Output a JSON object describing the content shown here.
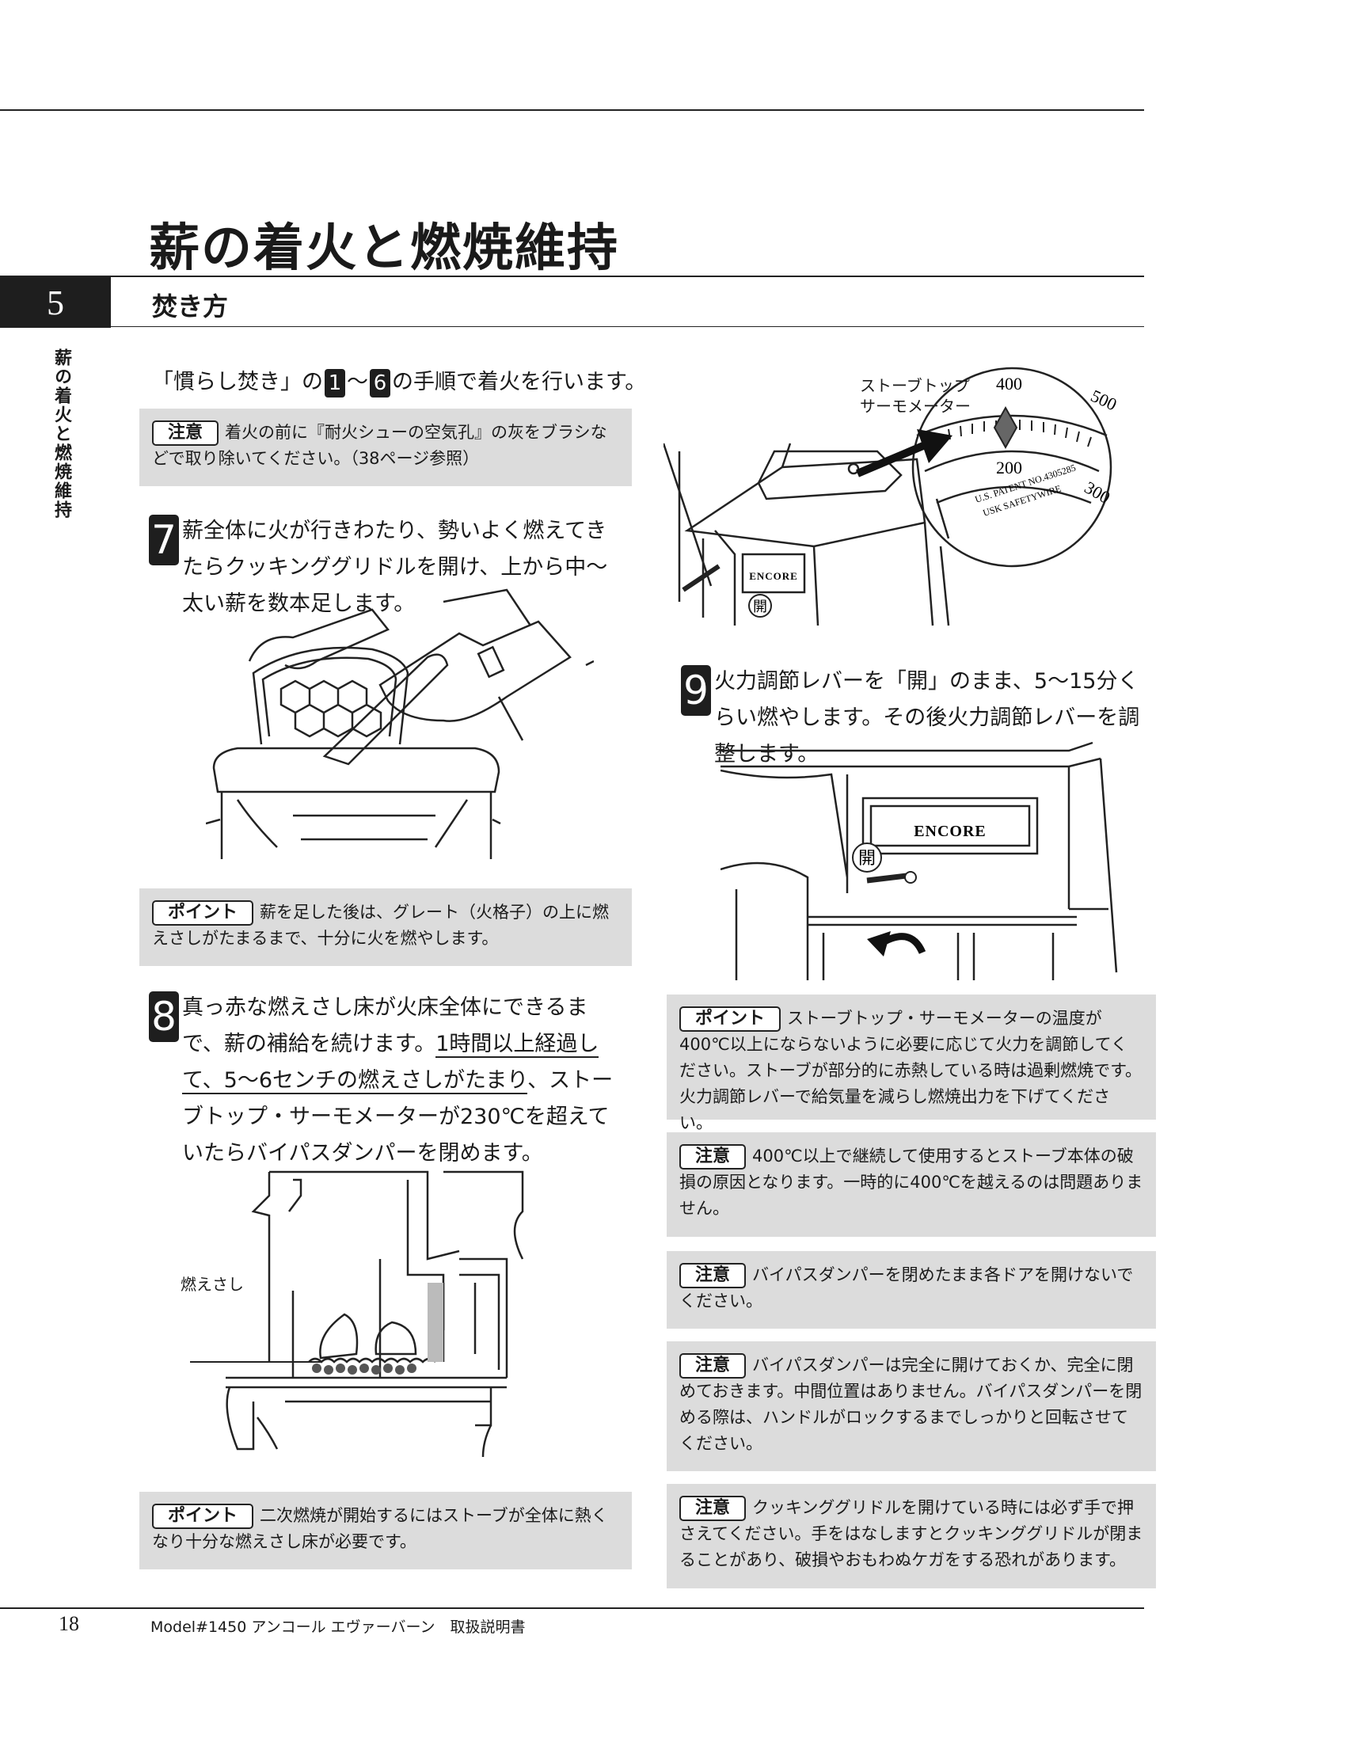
{
  "page": {
    "title": "薪の着火と燃焼維持",
    "section_number": "5",
    "section_name": "焚き方",
    "side_tab": "薪の着火と燃焼維持"
  },
  "intro": {
    "part1": "「慣らし焚き」の",
    "n1": "1",
    "part2": "〜",
    "n2": "6",
    "part3": "の手順で着火を行います。"
  },
  "note_top": {
    "tag": "注意",
    "text": "着火の前に『耐火シューの空気孔』の灰をブラシなどで取り除いてください。（38ページ参照）"
  },
  "step7": {
    "num": "7",
    "text": "薪全体に火が行きわたり、勢いよく燃えてきたらクッキンググリドルを開け、上から中〜太い薪を数本足します。"
  },
  "point7": {
    "tag": "ポイント",
    "text": "薪を足した後は、グレート（火格子）の上に燃えさしがたまるまで、十分に火を燃やします。"
  },
  "step8": {
    "num": "8",
    "text_a": "真っ赤な燃えさし床が火床全体にできるまで、薪の補給を続けます。",
    "text_u": "1時間以上経過して、5〜6センチの燃えさしがたまり",
    "text_b": "、ストーブトップ・サーモメーターが230℃を超えていたらバイパスダンパーを閉めます。"
  },
  "figure8": {
    "label": "燃えさし"
  },
  "point8": {
    "tag": "ポイント",
    "text": "二次燃焼が開始するにはストーブが全体に熱くなり十分な燃えさし床が必要です。"
  },
  "figure_thermo": {
    "label_line1": "ストーブトップ",
    "label_line2": "サーモメーター",
    "dial_200": "200",
    "dial_300": "300",
    "dial_400": "400",
    "dial_500": "500",
    "patent": "U.S. PATENT NO.4305285",
    "brand": "USK SAFETYWIRE",
    "open_mark": "開",
    "stove_brand": "ENCORE"
  },
  "step9": {
    "num": "9",
    "text": "火力調節レバーを「開」のまま、5〜15分くらい燃やします。その後火力調節レバーを調整します。"
  },
  "figure9": {
    "open_mark": "開",
    "stove_brand": "ENCORE"
  },
  "point9": {
    "tag": "ポイント",
    "text": "ストーブトップ・サーモメーターの温度が400℃以上にならないように必要に応じて火力を調節してください。ストーブが部分的に赤熱している時は過剰燃焼です。火力調節レバーで給気量を減らし燃焼出力を下げてください。"
  },
  "notes_right": [
    {
      "tag": "注意",
      "text": "400℃以上で継続して使用するとストーブ本体の破損の原因となります。一時的に400℃を越えるのは問題ありません。"
    },
    {
      "tag": "注意",
      "text": "バイパスダンパーを閉めたまま各ドアを開けないでください。"
    },
    {
      "tag": "注意",
      "text": "バイパスダンパーは完全に開けておくか、完全に閉めておきます。中間位置はありません。バイパスダンパーを閉める際は、ハンドルがロックするまでしっかりと回転させてください。"
    },
    {
      "tag": "注意",
      "text": "クッキンググリドルを開けている時には必ず手で押さえてください。手をはなしますとクッキンググリドルが閉まることがあり、破損やおもわぬケガをする恐れがあります。"
    }
  ],
  "footer": {
    "page_number": "18",
    "manual": "Model#1450 アンコール エヴァーバーン　取扱説明書"
  }
}
